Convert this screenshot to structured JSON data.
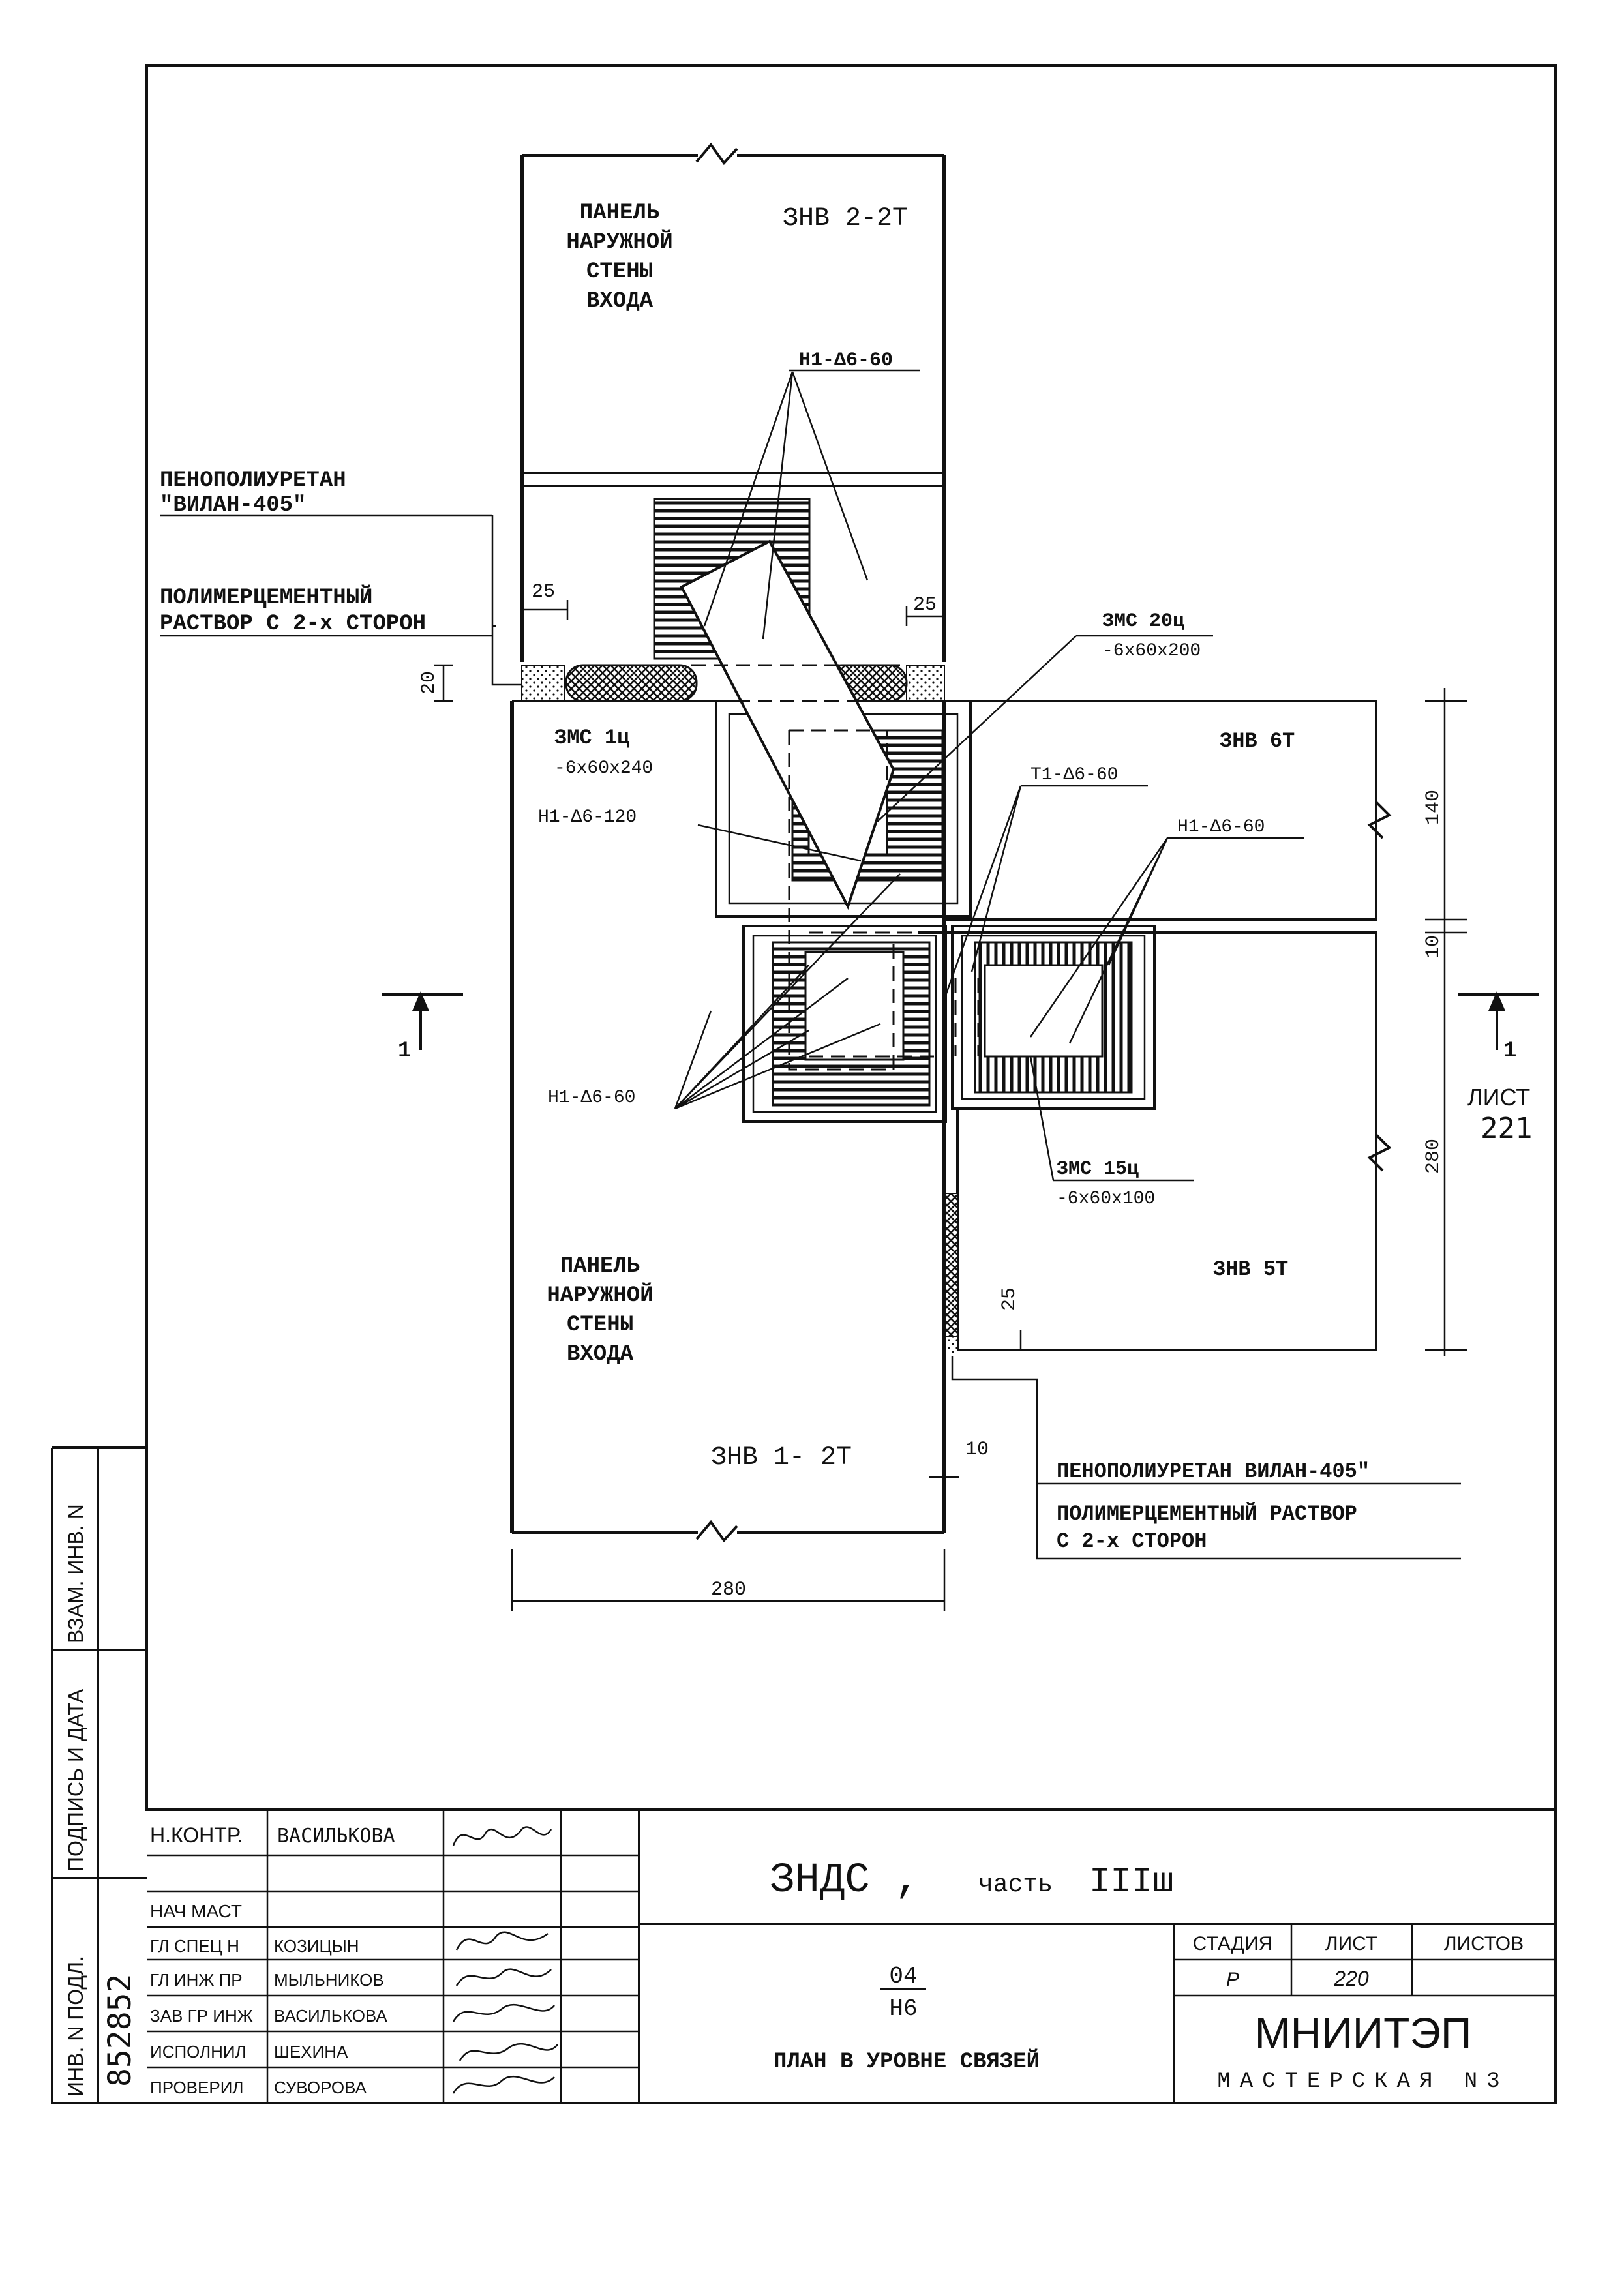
{
  "drawing": {
    "panel_top": {
      "lines": [
        "ПАНЕЛЬ",
        "НАРУЖНОЙ",
        "СТЕНЫ",
        "ВХОДА"
      ],
      "mark": "ЗНВ 2-2Т"
    },
    "panel_bottom": {
      "lines": [
        "ПАНЕЛЬ",
        "НАРУЖНОЙ",
        "СТЕНЫ",
        "ВХОДА"
      ],
      "mark": "ЗНВ 1- 2Т"
    },
    "panel_6t": "ЗНВ 6Т",
    "panel_5t": "ЗНВ 5Т",
    "labels": {
      "foam_left_1": "ПЕНОПОЛИУРЕТАН",
      "foam_left_2": "\"ВИЛАН-405\"",
      "mortar_left_1": "ПОЛИМЕРЦЕМЕНТНЫЙ",
      "mortar_left_2": "РАСТВОР С 2-х СТОРОН",
      "h1_top": "Н1-Δ6-60",
      "zms20_1": "ЗМС 20ц",
      "zms20_2": "-6х60х200",
      "zms1_1": "ЗМС 1ц",
      "zms1_2": "-6х60х240",
      "h1_120": "Н1-Δ6-120",
      "t1": "Т1-Δ6-60",
      "h1_right": "Н1-Δ6-60",
      "h1_left": "Н1-Δ6-60",
      "zms15_1": "ЗМС 15ц",
      "zms15_2": "-6х60х100",
      "foam_right": "ПЕНОПОЛИУРЕТАН  ВИЛАН-405\"",
      "mortar_right_1": "ПОЛИМЕРЦЕМЕНТНЫЙ РАСТВОР",
      "mortar_right_2": "С 2-х СТОРОН",
      "sheet_ref_word": "ЛИСТ",
      "sheet_ref_num": "221",
      "section_mark": "1"
    },
    "dims": {
      "d25_left": "25",
      "d25_right": "25",
      "d20": "20",
      "d140": "140",
      "d10_right": "10",
      "d280_right": "280",
      "d25_bottom": "25",
      "d10_bottom": "10",
      "d280_bottom": "280"
    }
  },
  "side_stamp": {
    "inv_replace": "ВЗАМ. ИНВ. N",
    "sign_date": "ПОДПИСЬ И ДАТА",
    "inv_orig": "ИНВ. N ПОДЛ.",
    "inv_orig_value": "852852"
  },
  "title_block": {
    "rows": [
      {
        "role": "Н.КОНТР.",
        "name": "ВАСИЛЬКОВА"
      },
      {
        "role": "",
        "name": ""
      },
      {
        "role": "НАЧ МАСТ",
        "name": ""
      },
      {
        "role": "ГЛ СПЕЦ Н",
        "name": "КОЗИЦЫН"
      },
      {
        "role": "ГЛ ИНЖ ПР",
        "name": "МЫЛЬНИКОВ"
      },
      {
        "role": "ЗАВ ГР ИНЖ",
        "name": "ВАСИЛЬКОВА"
      },
      {
        "role": "ИСПОЛНИЛ",
        "name": "ШЕХИНА"
      },
      {
        "role": "ПРОВЕРИЛ",
        "name": "СУВОРОВА"
      }
    ],
    "project": "ЗНДС ,",
    "part_word": "часть",
    "part_num": "IIIш",
    "sheet_code_top": "04",
    "sheet_code_bottom": "Н6",
    "sheet_title": "ПЛАН В УРОВНЕ СВЯЗЕЙ",
    "stage_label": "СТАДИЯ",
    "sheet_label": "ЛИСТ",
    "sheets_label": "ЛИСТОВ",
    "stage_value": "Р",
    "sheet_value": "220",
    "sheets_value": "",
    "org": "МНИИТЭП",
    "workshop": "МАСТЕРСКАЯ  N3"
  }
}
